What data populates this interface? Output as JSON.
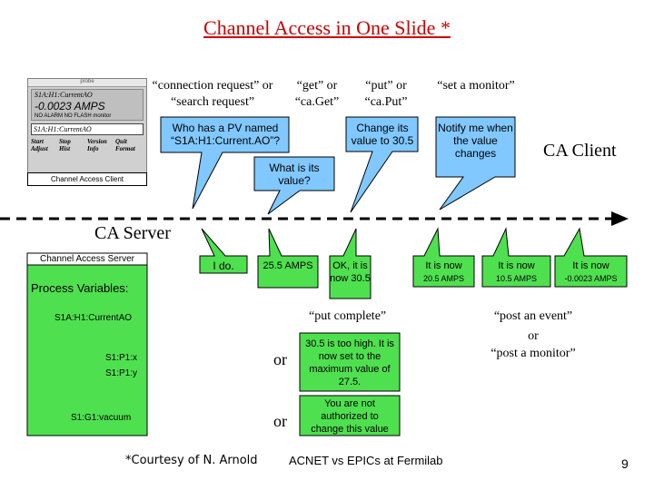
{
  "slide": {
    "title": "Channel Access in One Slide *",
    "page_number": "9",
    "footer_left": "*Courtesy of N. Arnold",
    "footer_center": "ACNET vs EPICs at Fermilab"
  },
  "client_window": {
    "title": "probe",
    "pv_name": "S1A:H1:CurrentAO",
    "value": "-0.0023 AMPS",
    "alarm": "NO ALARM NO FLASH monitor",
    "selected_pv": "S1A:H1:CurrentAO",
    "buttons": [
      "Start",
      "Stop",
      "Version",
      "Quit",
      "Adjust",
      "Hist",
      "Info",
      "Format"
    ]
  },
  "client_label": "Channel Access Client",
  "request_labels": {
    "connection": "“connection request” or “search request”",
    "get": "“get” or “ca.Get”",
    "put": "“put” or “ca.Put”",
    "monitor": "“set a monitor”"
  },
  "client_callouts": {
    "who": "Who has a PV named “S1A:H1:Current.AO”?",
    "what": "What is its value?",
    "change": "Change its value to 30.5",
    "notify": "Notify me when the value changes"
  },
  "ca_client": "CA Client",
  "ca_server": "CA Server",
  "server_panel": {
    "header": "Channel Access Server",
    "heading": "Process Variables:",
    "pv1": "S1A:H1:CurrentAO",
    "pv2": "S1:P1:x",
    "pv3": "S1:P1:y",
    "pv4": "S1:G1:vacuum"
  },
  "server_callouts": {
    "ido": "I do.",
    "value": "25.5 AMPS",
    "ok": "OK, it is now 30.5",
    "now1": "It is now",
    "now1_val": "20.5 AMPS",
    "now2": "It is now",
    "now2_val": "10.5 AMPS",
    "now3": "It is now",
    "now3_val": "-0.0023 AMPS"
  },
  "put_complete": "“put complete”",
  "post_event": "“post an event”",
  "post_or": "or",
  "post_monitor": "“post a monitor”",
  "or1": "or",
  "or2": "or",
  "too_high": "30.5 is too high. It is now set to the maximum value of 27.5.",
  "not_authorized": "You are not authorized to change this value",
  "colors": {
    "title": "#cc0000",
    "callout": "#4fe04f",
    "client_callout": "#80c8ff"
  }
}
